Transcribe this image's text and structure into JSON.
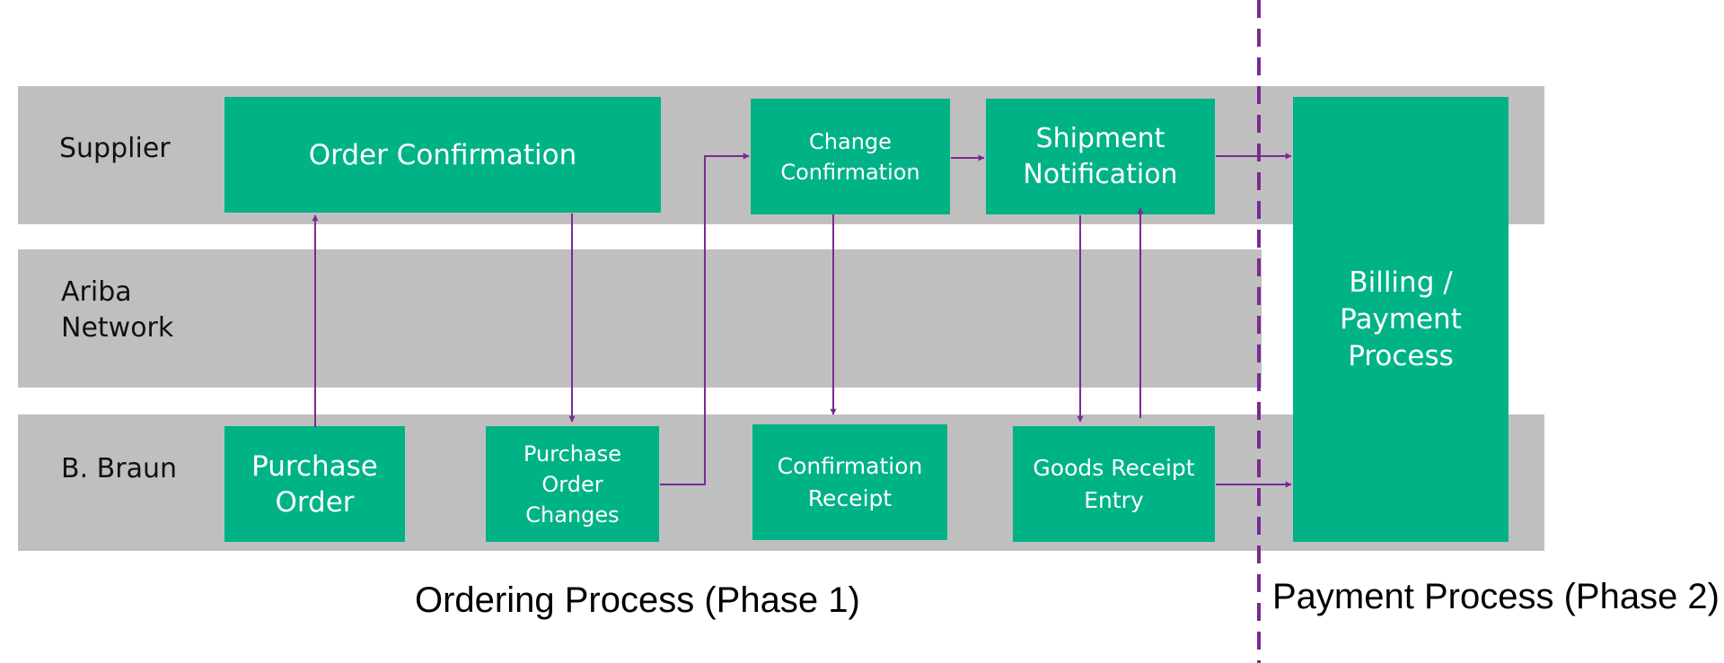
{
  "lanes": {
    "supplier": "Supplier",
    "ariba": "Ariba\nNetwork",
    "braun": "B. Braun"
  },
  "boxes": {
    "order_confirmation": "Order Confirmation",
    "change_confirmation": "Change\nConfirmation",
    "shipment_notification": "Shipment\nNotification",
    "purchase_order": "Purchase\nOrder",
    "purchase_order_changes": "Purchase\nOrder\nChanges",
    "confirmation_receipt": "Confirmation\nReceipt",
    "goods_receipt_entry": "Goods Receipt\nEntry",
    "billing_payment": "Billing /\nPayment\nProcess"
  },
  "phases": {
    "ordering": "Ordering Process (Phase 1)",
    "payment": "Payment Process (Phase 2)"
  },
  "colors": {
    "box_fill": "#00b386",
    "lane_fill": "#bfbfbf",
    "arrow": "#7b2a93",
    "divider": "#7b2a93"
  }
}
